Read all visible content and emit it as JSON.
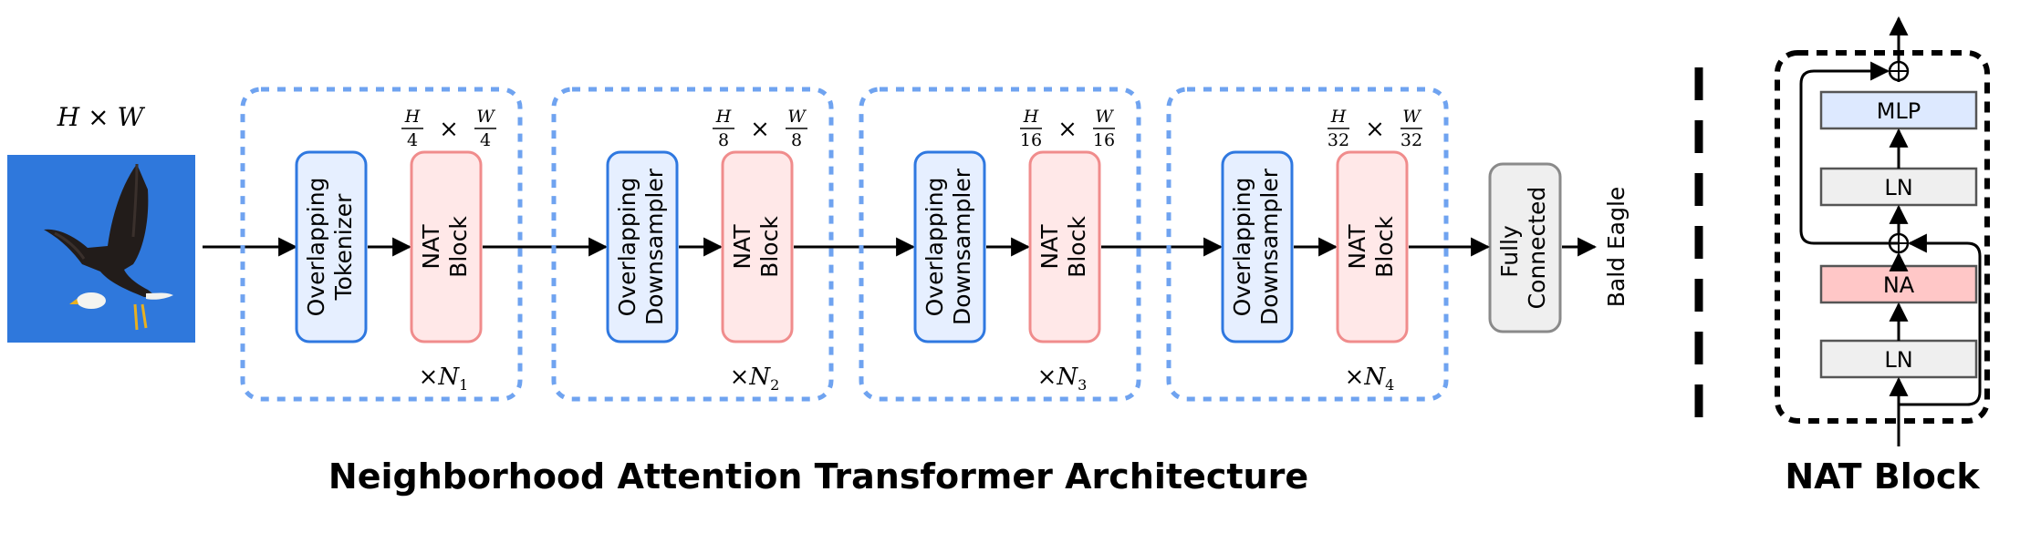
{
  "input": {
    "size_label": "H × W",
    "image_alt": "eagle-image"
  },
  "stages": [
    {
      "resolution": {
        "num_left": "H",
        "den_left": "4",
        "num_right": "W",
        "den_right": "4"
      },
      "block_a": [
        "Overlapping",
        "Tokenizer"
      ],
      "block_b": [
        "NAT",
        "Block"
      ],
      "repeat": {
        "prefix": "×",
        "symbol": "N",
        "sub": "1"
      }
    },
    {
      "resolution": {
        "num_left": "H",
        "den_left": "8",
        "num_right": "W",
        "den_right": "8"
      },
      "block_a": [
        "Overlapping",
        "Downsampler"
      ],
      "block_b": [
        "NAT",
        "Block"
      ],
      "repeat": {
        "prefix": "×",
        "symbol": "N",
        "sub": "2"
      }
    },
    {
      "resolution": {
        "num_left": "H",
        "den_left": "16",
        "num_right": "W",
        "den_right": "16"
      },
      "block_a": [
        "Overlapping",
        "Downsampler"
      ],
      "block_b": [
        "NAT",
        "Block"
      ],
      "repeat": {
        "prefix": "×",
        "symbol": "N",
        "sub": "3"
      }
    },
    {
      "resolution": {
        "num_left": "H",
        "den_left": "32",
        "num_right": "W",
        "den_right": "32"
      },
      "block_a": [
        "Overlapping",
        "Downsampler"
      ],
      "block_b": [
        "NAT",
        "Block"
      ],
      "repeat": {
        "prefix": "×",
        "symbol": "N",
        "sub": "4"
      }
    }
  ],
  "head": {
    "block": [
      "Fully",
      "Connected"
    ],
    "output_label": "Bald Eagle"
  },
  "main_title": "Neighborhood Attention Transformer Architecture",
  "nat_block": {
    "title": "NAT Block",
    "layers": [
      "MLP",
      "LN",
      "NA",
      "LN"
    ],
    "residual_symbol": "+"
  },
  "colors": {
    "blue_fill": "#e6efff",
    "blue_stroke": "#2f78e0",
    "red_fill": "#ffe8e8",
    "red_stroke": "#f08c8c",
    "gray_fill": "#efefef",
    "gray_stroke": "#8a8a8a",
    "dashed_stage": "#6fa3f0",
    "mlp_fill": "#dde9ff",
    "na_fill": "#ffc7c7",
    "sky": "#2f78dc"
  }
}
